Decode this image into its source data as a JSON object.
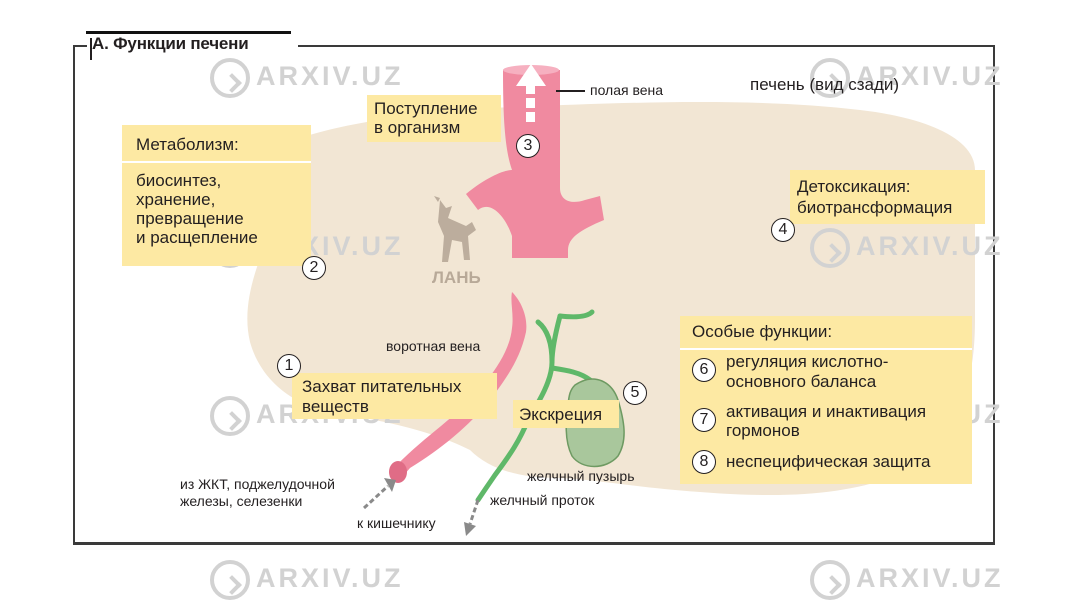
{
  "title": "А. Функции печени",
  "liver_label": "печень (вид сзади)",
  "vena_cava_label": "полая вена",
  "portal_vein_label": "воротная вена",
  "gallbladder_label": "желчный пузырь",
  "bile_duct_label": "желчный проток",
  "from_git_line1": "из ЖКТ, поджелудочной",
  "from_git_line2": "железы, селезенки",
  "to_intestine_label": "к кишечнику",
  "publisher_logo_text": "ЛАНЬ",
  "watermark_text": "ARXIV.UZ",
  "boxes": {
    "metabolism": {
      "title": "Метаболизм:",
      "lines": [
        "биосинтез,",
        "хранение,",
        "превращение",
        "и расщепление"
      ],
      "number": "2"
    },
    "intake": {
      "lines": [
        "Поступление",
        "в организм"
      ],
      "number": "3"
    },
    "detox": {
      "lines": [
        "Детоксикация:",
        "биотрансформация"
      ],
      "number": "4"
    },
    "nutrients": {
      "lines": [
        "Захват питательных",
        "веществ"
      ],
      "number": "1"
    },
    "excretion": {
      "label": "Экскреция",
      "number": "5"
    },
    "special": {
      "title": "Особые функции:",
      "items": [
        {
          "number": "6",
          "lines": [
            "регуляция кислотно-",
            "основного баланса"
          ]
        },
        {
          "number": "7",
          "lines": [
            "активация и инактивация",
            "гормонов"
          ]
        },
        {
          "number": "8",
          "lines": [
            "неспецифическая защита"
          ]
        }
      ]
    }
  },
  "colors": {
    "liver": "#f2e6d4",
    "vessel": "#f08aa0",
    "bile": "#5fb869",
    "gallbladder": "#a9c79c",
    "box": "#fde9a3"
  }
}
